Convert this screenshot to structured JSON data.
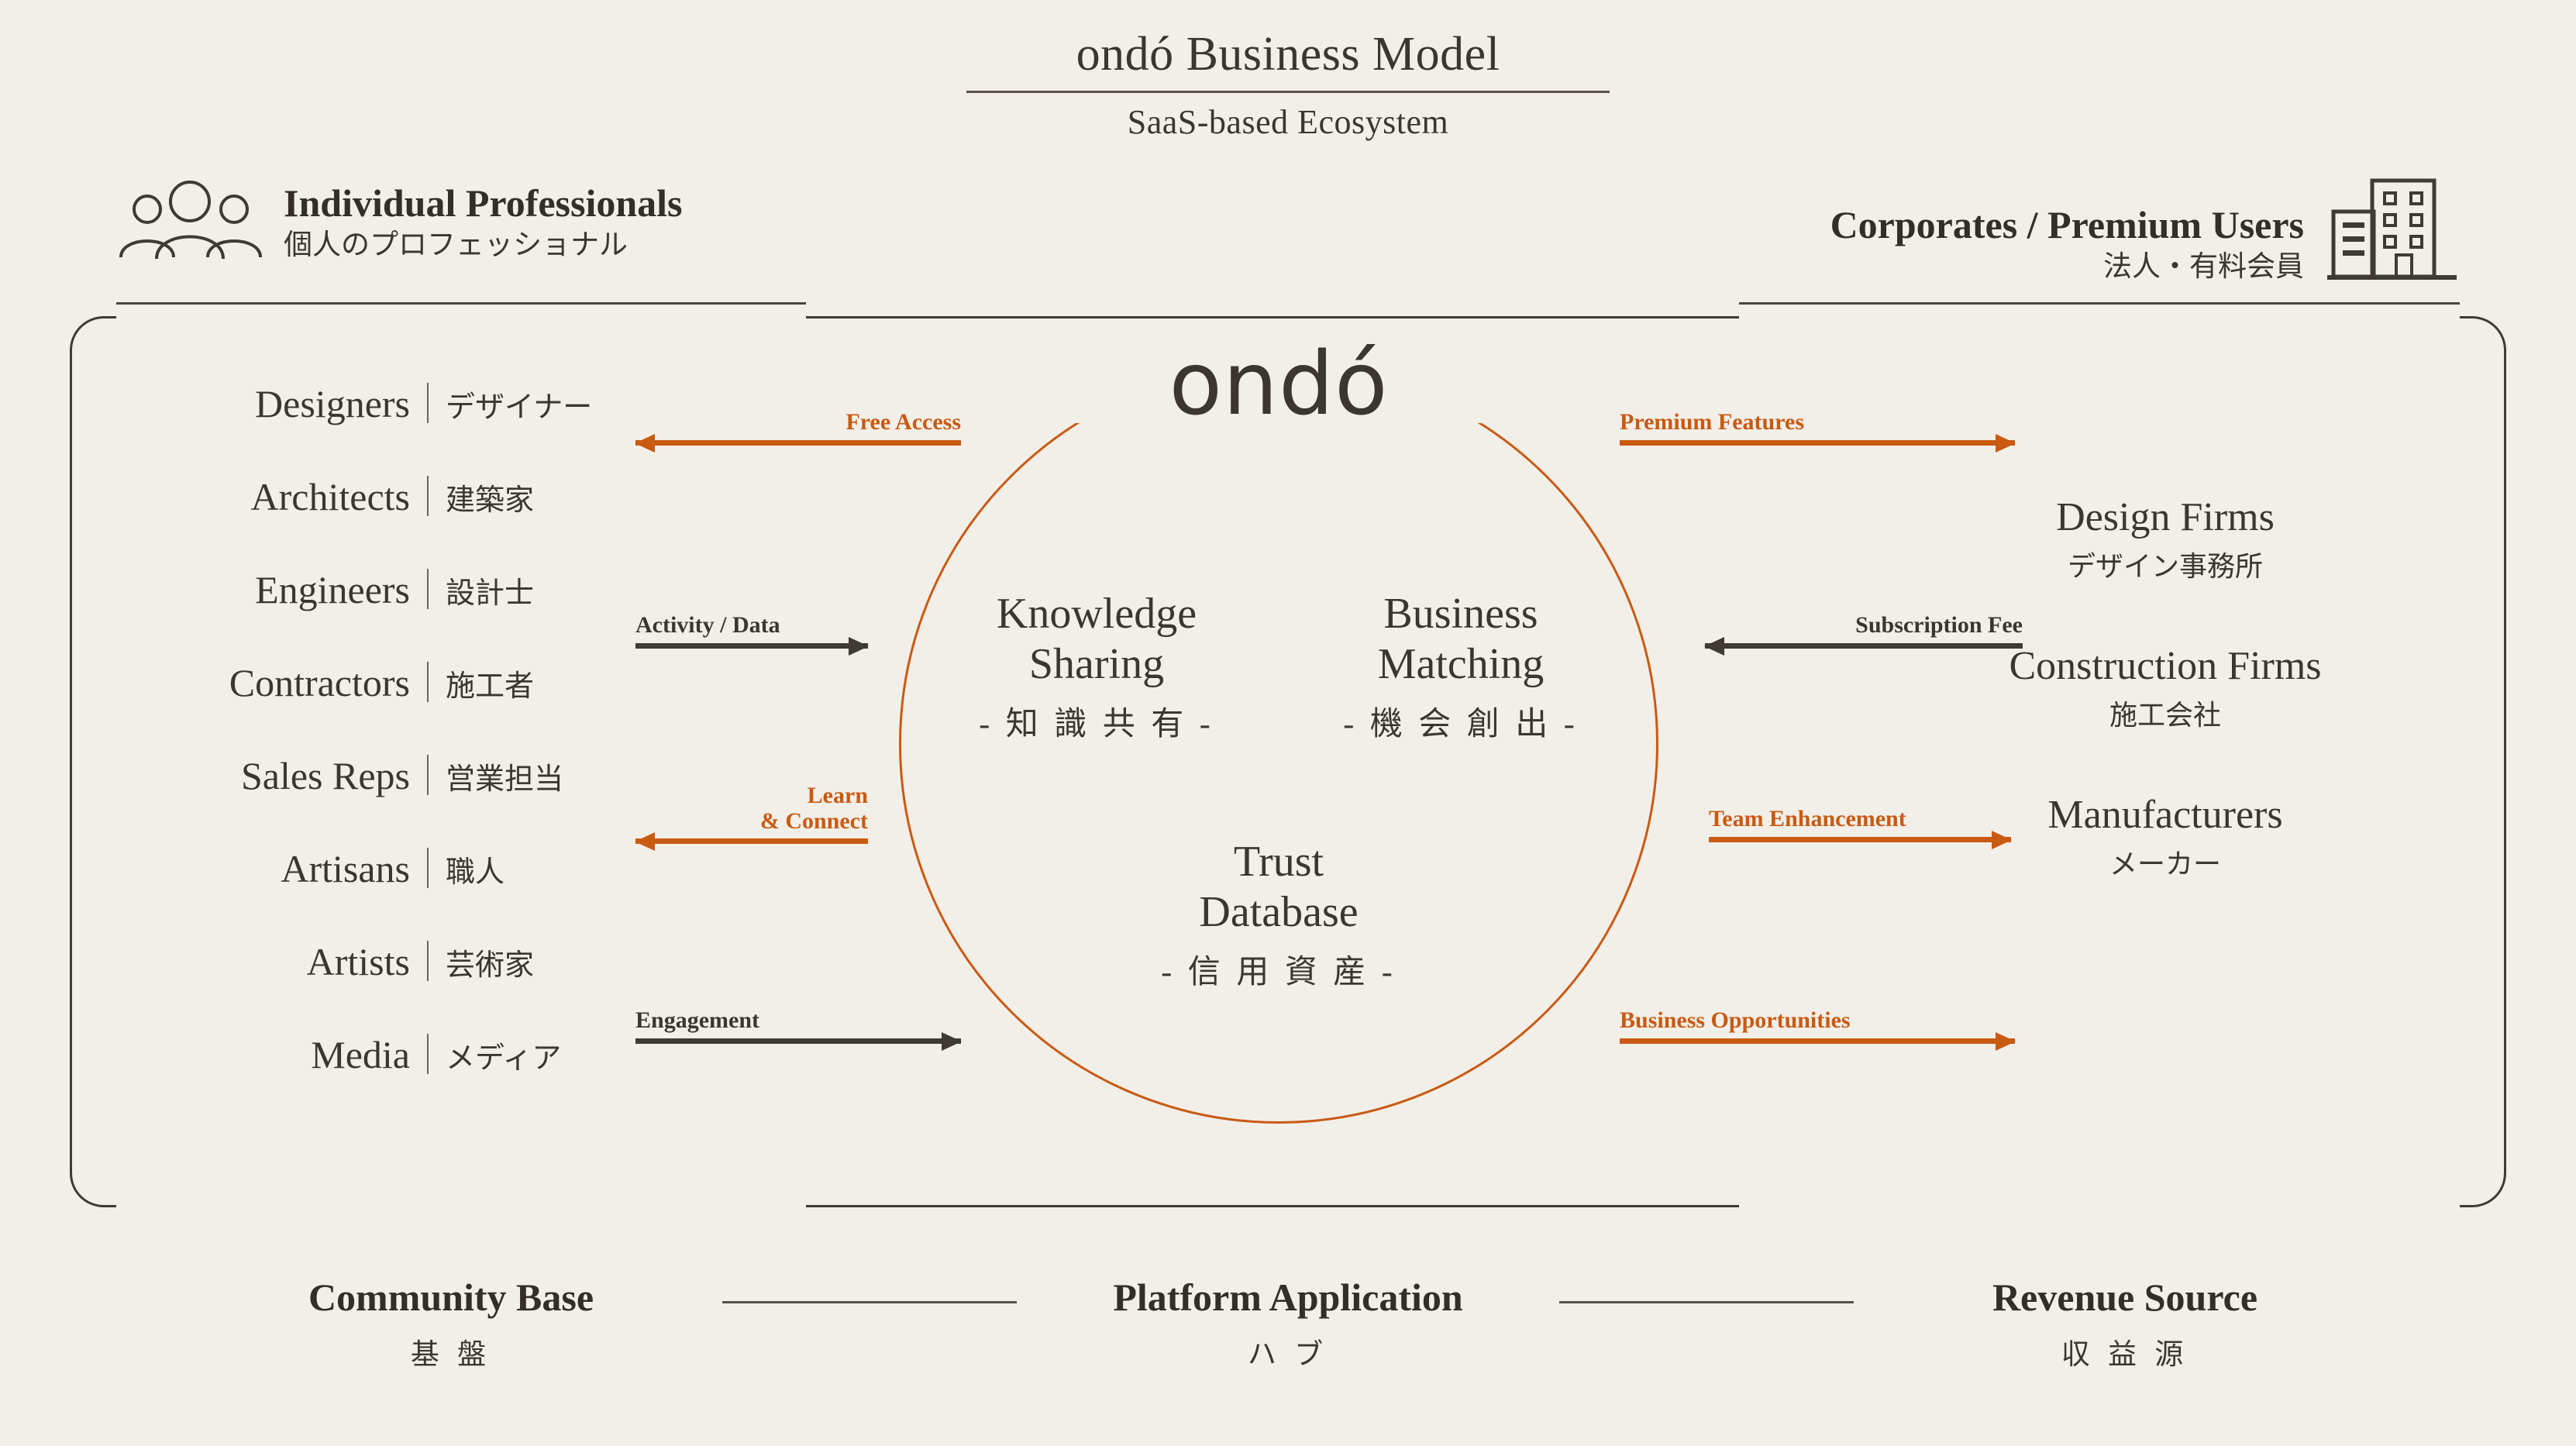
{
  "header": {
    "title": "ondó Business Model",
    "subtitle": "SaaS-based Ecosystem"
  },
  "left_panel": {
    "icon": "people-group-icon",
    "title_en": "Individual Professionals",
    "title_jp": "個人のプロフェッショナル",
    "professions": [
      {
        "en": "Designers",
        "jp": "デザイナー"
      },
      {
        "en": "Architects",
        "jp": "建築家"
      },
      {
        "en": "Engineers",
        "jp": "設計士"
      },
      {
        "en": "Contractors",
        "jp": "施工者"
      },
      {
        "en": "Sales Reps",
        "jp": "営業担当"
      },
      {
        "en": "Artisans",
        "jp": "職人"
      },
      {
        "en": "Artists",
        "jp": "芸術家"
      },
      {
        "en": "Media",
        "jp": "メディア"
      }
    ]
  },
  "right_panel": {
    "icon": "office-buildings-icon",
    "title_en": "Corporates / Premium Users",
    "title_jp": "法人・有料会員",
    "corporates": [
      {
        "en": "Design Firms",
        "jp": "デザイン事務所"
      },
      {
        "en": "Construction Firms",
        "jp": "施工会社"
      },
      {
        "en": "Manufacturers",
        "jp": "メーカー"
      }
    ]
  },
  "center": {
    "brand": "ondó",
    "pillars": [
      {
        "en_line1": "Knowledge",
        "en_line2": "Sharing",
        "jp": "- 知 識 共 有 -"
      },
      {
        "en_line1": "Business",
        "en_line2": "Matching",
        "jp": "- 機 会 創 出 -"
      }
    ],
    "center_pillar": {
      "en_line1": "Trust",
      "en_line2": "Database",
      "jp": "- 信 用 資 産 -"
    }
  },
  "arrows": {
    "left": [
      {
        "label": "Free Access",
        "direction": "left",
        "color": "orange",
        "lines": 1
      },
      {
        "label": "Activity / Data",
        "direction": "right",
        "color": "dark",
        "lines": 1
      },
      {
        "label_line1": "Learn",
        "label_line2": "& Connect",
        "direction": "left",
        "color": "orange",
        "lines": 2
      },
      {
        "label": "Engagement",
        "direction": "right",
        "color": "dark",
        "lines": 1
      }
    ],
    "right": [
      {
        "label": "Premium Features",
        "direction": "right",
        "color": "orange",
        "lines": 1
      },
      {
        "label": "Subscription Fee",
        "direction": "left",
        "color": "dark",
        "lines": 1
      },
      {
        "label": "Team Enhancement",
        "direction": "right",
        "color": "orange",
        "lines": 1
      },
      {
        "label": "Business Opportunities",
        "direction": "right",
        "color": "orange",
        "lines": 1
      }
    ]
  },
  "footer": [
    {
      "en": "Community Base",
      "jp": "基 盤"
    },
    {
      "en": "Platform Application",
      "jp": "ハ ブ"
    },
    {
      "en": "Revenue Source",
      "jp": "収 益 源"
    }
  ],
  "colors": {
    "background": "#f2efe8",
    "ink": "#3b3630",
    "accent_orange": "#c95a12",
    "rule": "#5a524a"
  }
}
